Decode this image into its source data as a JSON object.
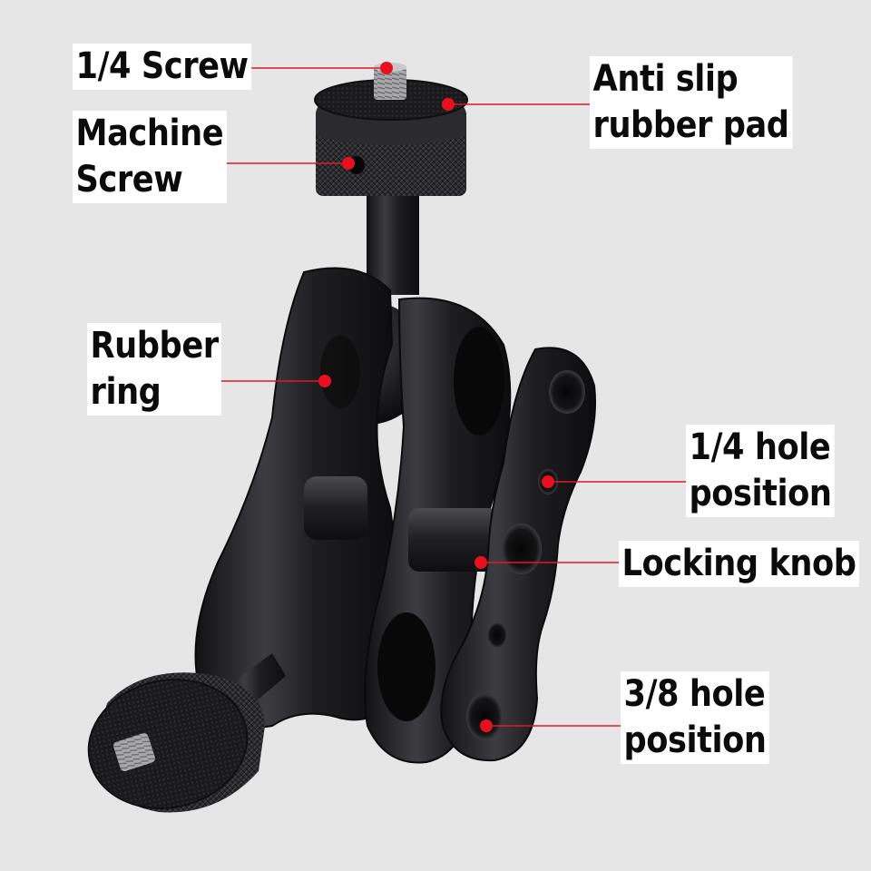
{
  "callouts": {
    "quarter_screw": {
      "lines": [
        "1/4 Screw"
      ]
    },
    "machine_screw": {
      "lines": [
        "Machine",
        "Screw"
      ]
    },
    "anti_slip_pad": {
      "lines": [
        "Anti slip",
        "rubber pad"
      ]
    },
    "rubber_ring": {
      "lines": [
        "Rubber",
        "ring"
      ]
    },
    "quarter_hole": {
      "lines": [
        "1/4 hole",
        "position"
      ]
    },
    "locking_knob": {
      "lines": [
        "Locking knob"
      ]
    },
    "three_eighths_hole": {
      "lines": [
        "3/8 hole",
        "position"
      ]
    }
  },
  "colors": {
    "background": "#e6e6e6",
    "label_background": "#ffffff",
    "label_text": "#0b0b0b",
    "leader_line": "#e0182a",
    "marker_dot": "#e8101f",
    "metal_dark": "#1c1c1e",
    "metal_mid": "#3a3a3d",
    "metal_highlight": "#6b6b70"
  }
}
